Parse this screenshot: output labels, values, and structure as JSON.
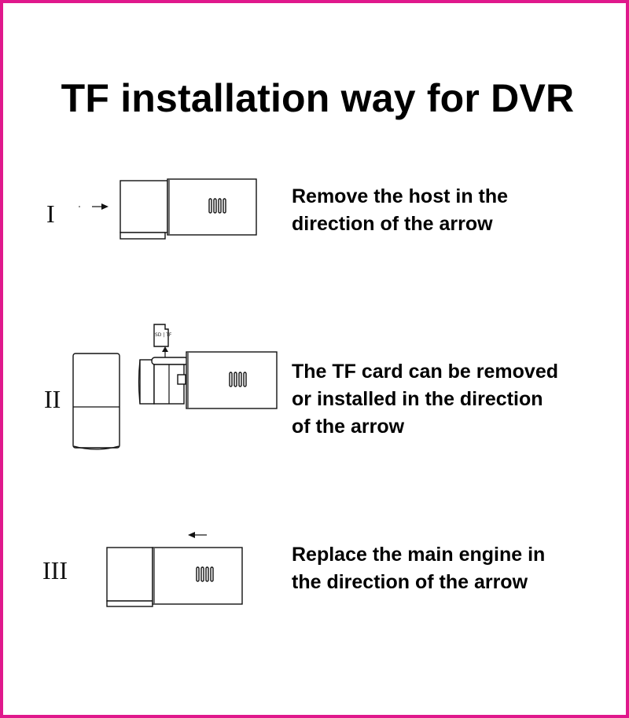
{
  "page": {
    "title": "TF installation way for DVR",
    "border_color": "#e0188c"
  },
  "steps": [
    {
      "numeral": "I",
      "lines": [
        "Remove the host in the",
        "direction of the arrow"
      ],
      "arrow_direction": "right"
    },
    {
      "numeral": "II",
      "lines": [
        "The TF card can be removed",
        "or installed in the direction",
        "of the arrow"
      ],
      "arrow_direction": "up-down",
      "card_label": "SD | TF"
    },
    {
      "numeral": "III",
      "lines": [
        "Replace the main engine in",
        "the direction of the arrow"
      ],
      "arrow_direction": "left"
    }
  ]
}
